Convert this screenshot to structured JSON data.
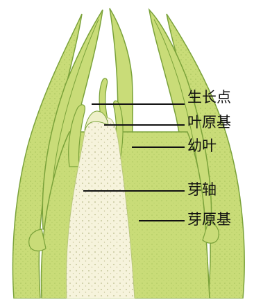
{
  "labels": [
    {
      "id": "growth-point",
      "text": "生长点"
    },
    {
      "id": "leaf-primordium",
      "text": "叶原基"
    },
    {
      "id": "young-leaf",
      "text": "幼叶"
    },
    {
      "id": "bud-axis",
      "text": "芽轴"
    },
    {
      "id": "bud-primordium",
      "text": "芽原基"
    }
  ],
  "colors": {
    "tissue_green": "#c9dc78",
    "tissue_outline": "#7aa23a",
    "pith_cream": "#f6f3dc",
    "pith_dots": "#b9b98a",
    "leader_line": "#111111"
  }
}
